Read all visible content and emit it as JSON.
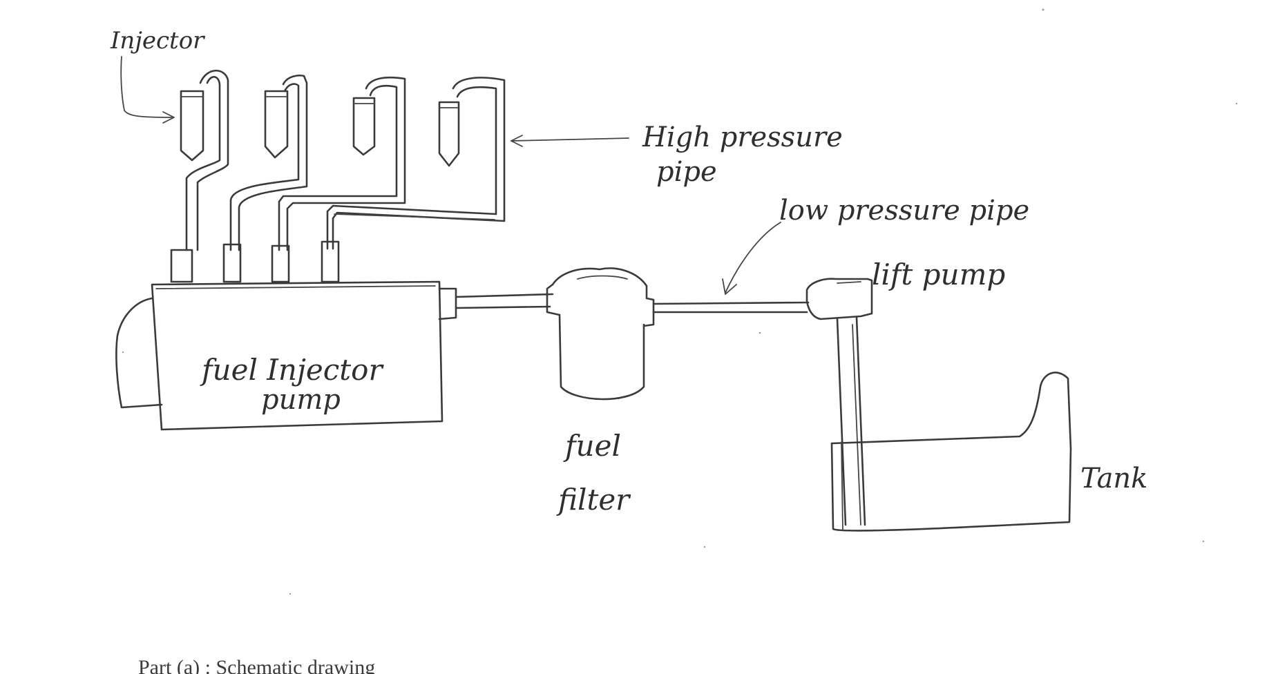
{
  "labels": {
    "injector": "Injector",
    "high_pressure_pipe_line1": "High pressure",
    "high_pressure_pipe_line2": "pipe",
    "low_pressure_pipe": "low pressure pipe",
    "lift_pump": "lift pump",
    "fuel_injector_pump_line1": "fuel Injector",
    "fuel_injector_pump_line2": "pump",
    "fuel_filter_line1": "fuel",
    "fuel_filter_line2": "filter",
    "tank": "Tank"
  },
  "caption": "Part (a) : Schematic drawing",
  "colors": {
    "ink": "#3a3a3a",
    "paper": "#ffffff"
  }
}
